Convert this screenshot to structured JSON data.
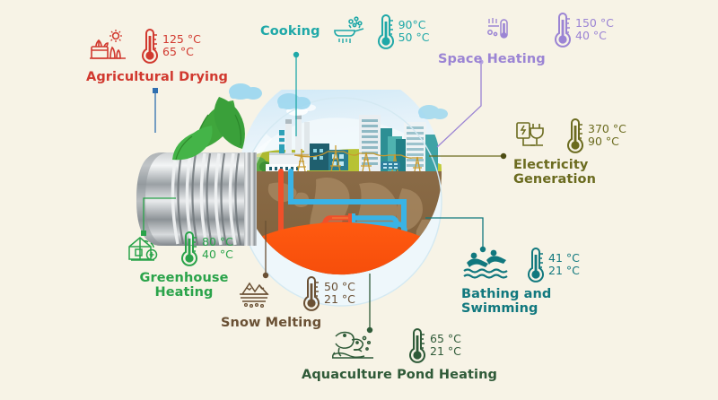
{
  "background_color": "#f7f3e6",
  "diagram": {
    "title_hidden": "",
    "center_graphic": {
      "name": "light-bulb-earth-geothermal-cutaway",
      "elements": [
        "bulb-screw-base",
        "green-leaves",
        "sky-dome",
        "clouds",
        "power-plant",
        "city-skyline",
        "transmission-towers",
        "ground-cross-section",
        "world-map-texture",
        "hot-water-pipe-red",
        "cold-water-pipe-blue",
        "heat-exchanger-coils",
        "magma-core-orange"
      ]
    }
  },
  "nodes": [
    {
      "id": "agricultural-drying",
      "label": "Agricultural Drying",
      "temp_high": "125 °C",
      "temp_low": "65 °C",
      "color": "#d1392f",
      "icon": "crops-sun-icon",
      "title_size": 14.5
    },
    {
      "id": "cooking",
      "label": "Cooking",
      "temp_high": "90°C",
      "temp_low": "50 °C",
      "color": "#1fa8a8",
      "icon": "cooking-pan-icon",
      "title_size": 14.5
    },
    {
      "id": "space-heating",
      "label": "Space Heating",
      "temp_high": "150 °C",
      "temp_low": "40 °C",
      "color": "#9b84d4",
      "icon": "radiator-icon",
      "title_size": 14.5
    },
    {
      "id": "electricity-generation",
      "label": "Electricity\nGeneration",
      "temp_high": "370 °C",
      "temp_low": "90 °C",
      "color": "#6b6b1f",
      "icon": "plug-power-icon",
      "title_size": 14.5
    },
    {
      "id": "bathing-and-swimming",
      "label": "Bathing and\nSwimming",
      "temp_high": "41 °C",
      "temp_low": "21 °C",
      "color": "#11787e",
      "icon": "swimmers-icon",
      "title_size": 14.5
    },
    {
      "id": "aquaculture-pond-heating",
      "label": "Aquaculture Pond Heating",
      "temp_high": "65 °C",
      "temp_low": "21 °C",
      "color": "#2f5a38",
      "icon": "fish-pond-icon",
      "title_size": 14.5
    },
    {
      "id": "snow-melting",
      "label": "Snow Melting",
      "temp_high": "50 °C",
      "temp_low": "21 °C",
      "color": "#6a5034",
      "icon": "snow-mountain-icon",
      "title_size": 14.5
    },
    {
      "id": "greenhouse-heating",
      "label": "Greenhouse\nHeating",
      "temp_high": "80 °C",
      "temp_low": "40 °C",
      "color": "#2aa34a",
      "icon": "greenhouse-icon",
      "title_size": 14.5
    }
  ],
  "connectors": [
    {
      "id": "connector-agricultural-drying",
      "color": "#2f6fb0"
    },
    {
      "id": "connector-cooking",
      "color": "#1fa8a8"
    },
    {
      "id": "connector-space-heating",
      "color": "#9b84d4"
    },
    {
      "id": "connector-electricity-generation",
      "color": "#6b6b1f"
    },
    {
      "id": "connector-bathing-and-swimming",
      "color": "#11787e"
    },
    {
      "id": "connector-aquaculture-pond-heating",
      "color": "#2f5a38"
    },
    {
      "id": "connector-snow-melting",
      "color": "#6a5034"
    },
    {
      "id": "connector-greenhouse-heating",
      "color": "#2aa34a"
    }
  ]
}
